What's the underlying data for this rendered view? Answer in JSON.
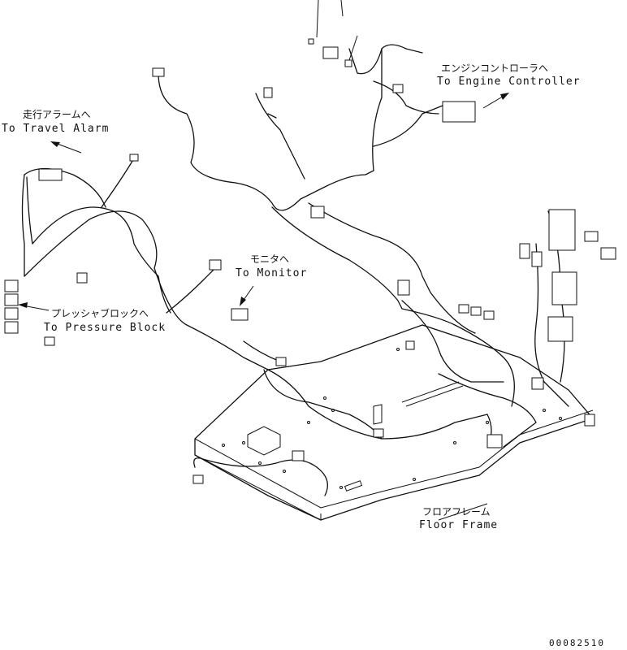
{
  "labels": {
    "engine_jp": "エンジンコントローラへ",
    "engine_en": "To Engine Controller",
    "travel_jp": "走行アラームへ",
    "travel_en": "To Travel Alarm",
    "monitor_jp": "モニタへ",
    "monitor_en": "To Monitor",
    "pressure_jp": "プレッシャブロックへ",
    "pressure_en": "To Pressure Block",
    "floor_jp": "フロアフレーム",
    "floor_en": "Floor Frame"
  },
  "drawing_number": "00082510",
  "colors": {
    "line": "#111111",
    "background": "#ffffff"
  }
}
